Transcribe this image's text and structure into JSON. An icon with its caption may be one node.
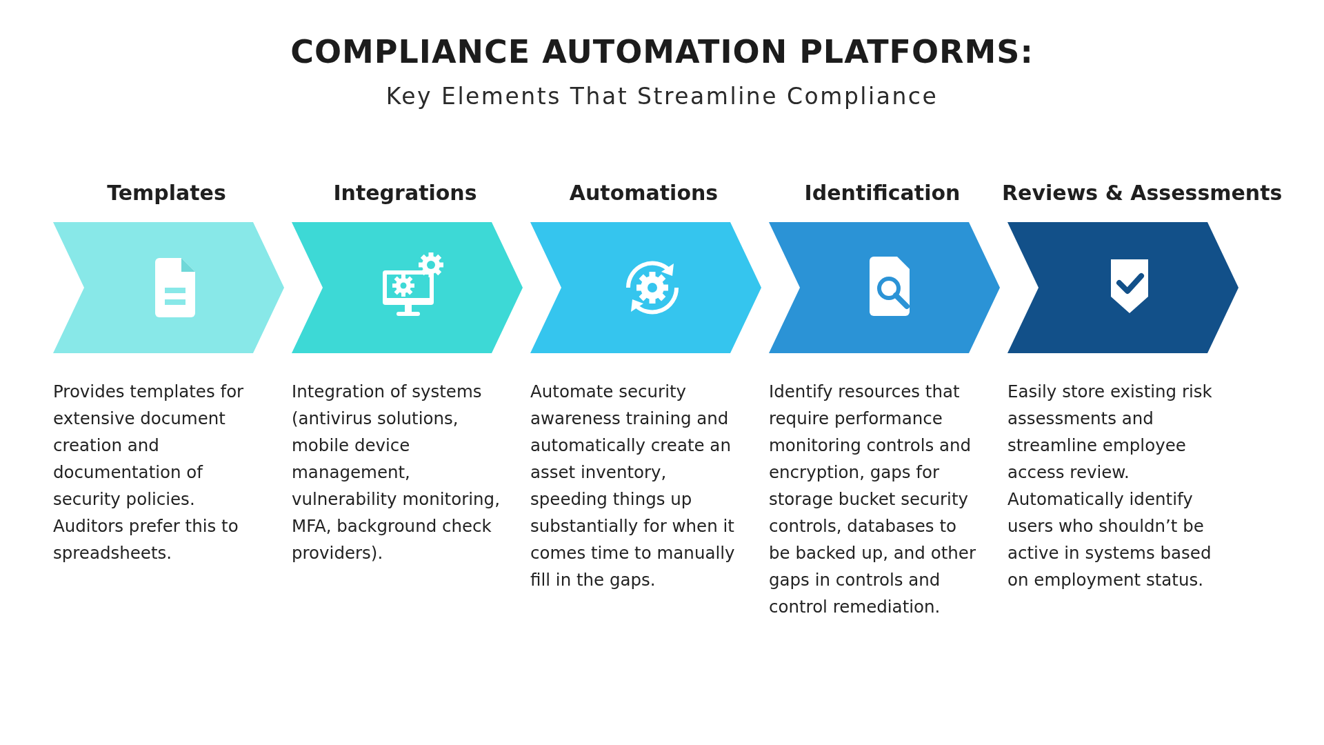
{
  "diagram": {
    "title": "COMPLIANCE AUTOMATION PLATFORMS:",
    "caption": "Key Elements That Streamline Compliance",
    "nodes": [
      {
        "text": [
          "Templates",
          "Provides templates for extensive document creation and documentation of security policies. Auditors prefer this to spreadsheets."
        ]
      },
      {
        "text": [
          "Integrations",
          "Integration of systems (antivirus solutions, mobile device management, vulnerability monitoring, MFA, background check providers)."
        ]
      },
      {
        "text": [
          "Automations",
          "Automate security awareness training and automatically create an asset inventory, speeding things up substantially for when it comes time to manually fill in the gaps."
        ]
      },
      {
        "text": [
          "Identification",
          "Identify resources that require performance monitoring controls and encryption, gaps for storage bucket security controls, databases to be backed up, and other gaps in controls and control remediation."
        ]
      },
      {
        "text": [
          "Reviews & Assessments",
          "Easily store existing risk assessments and streamline employee access review. Automatically identify users who shouldn’t be active in systems based on employment status."
        ]
      }
    ]
  }
}
